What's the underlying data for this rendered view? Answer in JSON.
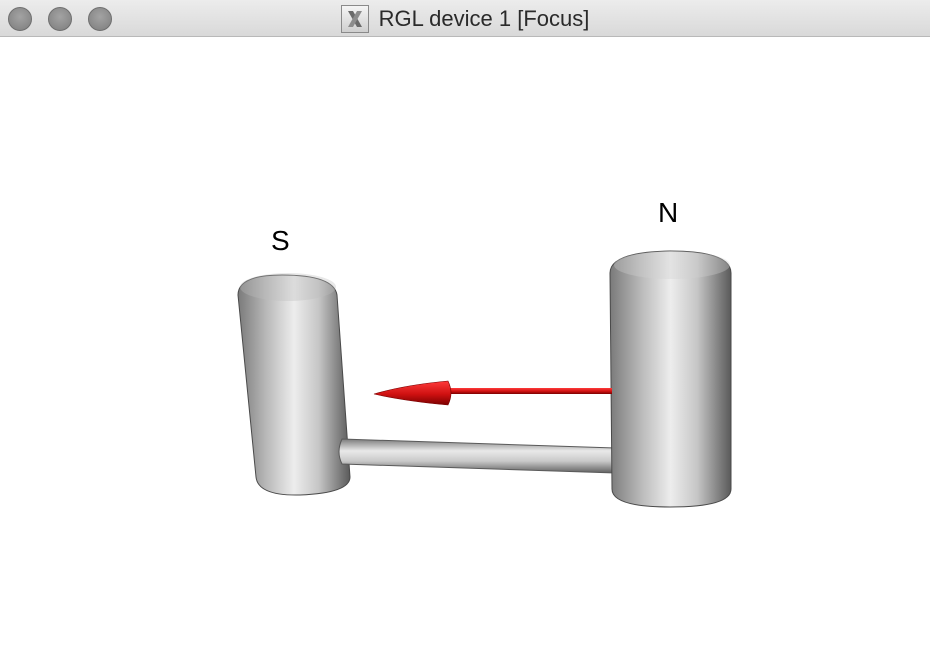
{
  "window": {
    "title": "RGL device 1 [Focus]",
    "app_icon": "x11-icon"
  },
  "scene": {
    "labels": {
      "south": "S",
      "north": "N"
    },
    "colors": {
      "magnet": "#a8a8a8",
      "arrow": "#d31515"
    }
  }
}
